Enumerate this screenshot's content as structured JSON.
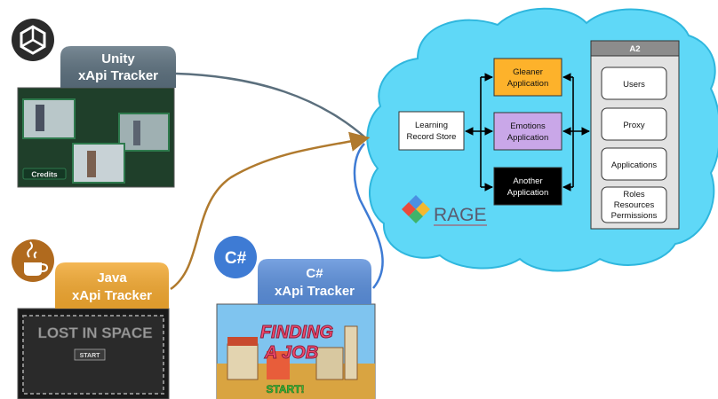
{
  "trackers": {
    "unity": {
      "title_line1": "Unity",
      "title_line2": "xApi Tracker",
      "screen_button": "Credits"
    },
    "java": {
      "title_line1": "Java",
      "title_line2": "xApi Tracker",
      "game_title": "LOST IN SPACE",
      "start_label": "START"
    },
    "csharp": {
      "title_line1": "C#",
      "title_line2": "xApi Tracker",
      "badge": "C#",
      "game_title_1": "FINDING",
      "game_title_2": "A JOB",
      "start_label": "START!"
    }
  },
  "cloud": {
    "brand": "RAGE",
    "lrs": {
      "line1": "Learning",
      "line2": "Record Store"
    },
    "apps": [
      {
        "line1": "Gleaner",
        "line2": "Application",
        "fill": "#FDB22B",
        "text_color": "#111111"
      },
      {
        "line1": "Emotions",
        "line2": "Application",
        "fill": "#C9A7E8",
        "text_color": "#111111"
      },
      {
        "line1": "Another",
        "line2": "Application",
        "fill": "#000000",
        "text_color": "#FFFFFF"
      }
    ],
    "a2": {
      "title": "A2",
      "items": [
        {
          "lines": [
            "Users"
          ]
        },
        {
          "lines": [
            "Proxy"
          ]
        },
        {
          "lines": [
            "Applications"
          ]
        },
        {
          "lines": [
            "Roles",
            "Resources",
            "Permissions"
          ]
        }
      ]
    }
  },
  "colors": {
    "cloud_fill": "#5FD8F7",
    "cloud_stroke": "#2FB7DE",
    "unity_arrow": "#5B6F7D",
    "java_arrow": "#B07A2E",
    "csharp_arrow": "#3E7BD4",
    "unity_banner": "#5B6F7D",
    "java_banner": "#F2A830",
    "csharp_banner": "#5B8FDB"
  }
}
